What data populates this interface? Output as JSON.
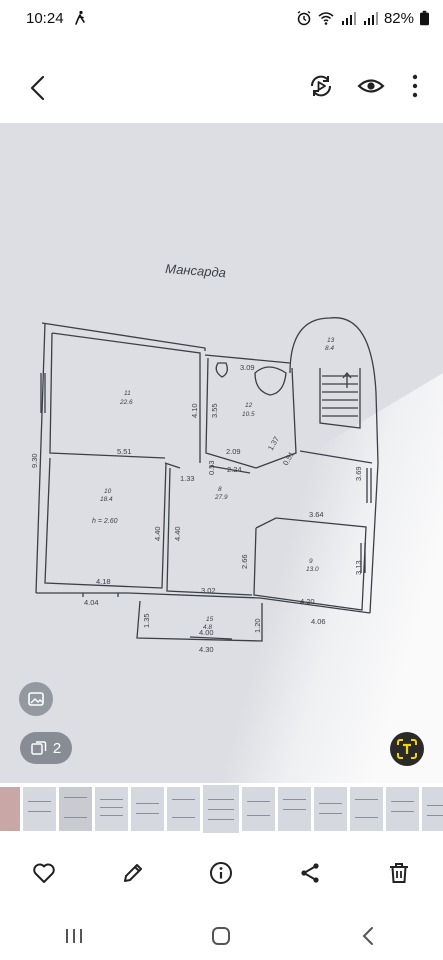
{
  "status": {
    "time": "10:24",
    "battery": "82%"
  },
  "plan": {
    "title": "Мансарда",
    "rooms": [
      {
        "id": "11",
        "area": "22.6"
      },
      {
        "id": "12",
        "area": "10.5"
      },
      {
        "id": "13",
        "area": "8.4"
      },
      {
        "id": "10",
        "area": "18.4"
      },
      {
        "id": "8",
        "area": "27.9"
      },
      {
        "id": "9",
        "area": "13.0"
      },
      {
        "id": "15",
        "area": "4.8"
      }
    ],
    "height_label": "h = 2.60",
    "dims": [
      "9.30",
      "5.51",
      "4.10",
      "3.55",
      "3.09",
      "2.09",
      "2.24",
      "1.37",
      "0.51",
      "1.33",
      "0.53",
      "4.40",
      "4.40",
      "4.18",
      "4.04",
      "3.02",
      "2.66",
      "3.64",
      "3.69",
      "3.13",
      "4.20",
      "4.06",
      "1.35",
      "4.00",
      "1.20",
      "4.30"
    ]
  },
  "viewer": {
    "count": "2"
  },
  "colors": {
    "accent_ocr": "#f5d400",
    "overlay": "#5a5f69"
  }
}
